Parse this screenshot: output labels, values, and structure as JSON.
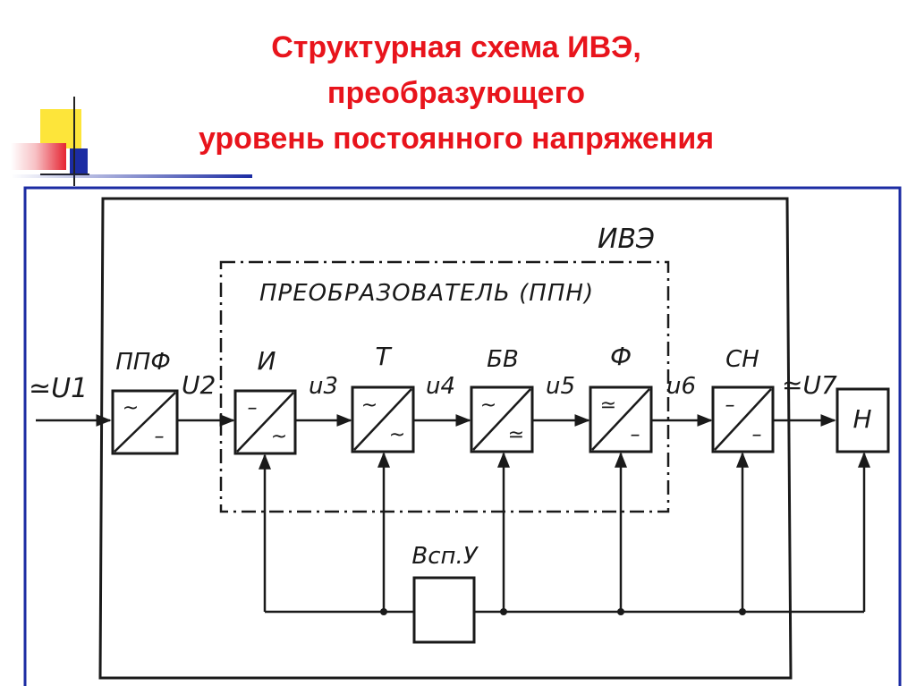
{
  "title": {
    "line1": "Структурная схема ИВЭ,",
    "line2": "преобразующего",
    "line3": "уровень постоянного напряжения"
  },
  "colors": {
    "title": "#e8141c",
    "frame": "#1c2ca3",
    "ink": "#1a1a1a",
    "deco_yellow": "#fde53a"
  },
  "diagram": {
    "outer_label": "ИВЭ",
    "converter_label": "ПРЕОБРАЗОВАТЕЛЬ (ППН)",
    "aux_label": "Всп.У",
    "blocks": [
      {
        "label": "ППФ",
        "top": "~",
        "bottom": "–"
      },
      {
        "label": "И",
        "top": "–",
        "bottom": "~"
      },
      {
        "label": "Т",
        "top": "~",
        "bottom": "~"
      },
      {
        "label": "БВ",
        "top": "~",
        "bottom": "≃"
      },
      {
        "label": "Ф",
        "top": "≃",
        "bottom": "–"
      },
      {
        "label": "СН",
        "top": "–",
        "bottom": "–"
      },
      {
        "label": "Н"
      }
    ],
    "signals": {
      "u1": "≃U1",
      "u2": "U2",
      "u3": "u3",
      "u4": "u4",
      "u5": "u5",
      "u6": "u6",
      "u7": "≃U7"
    }
  }
}
